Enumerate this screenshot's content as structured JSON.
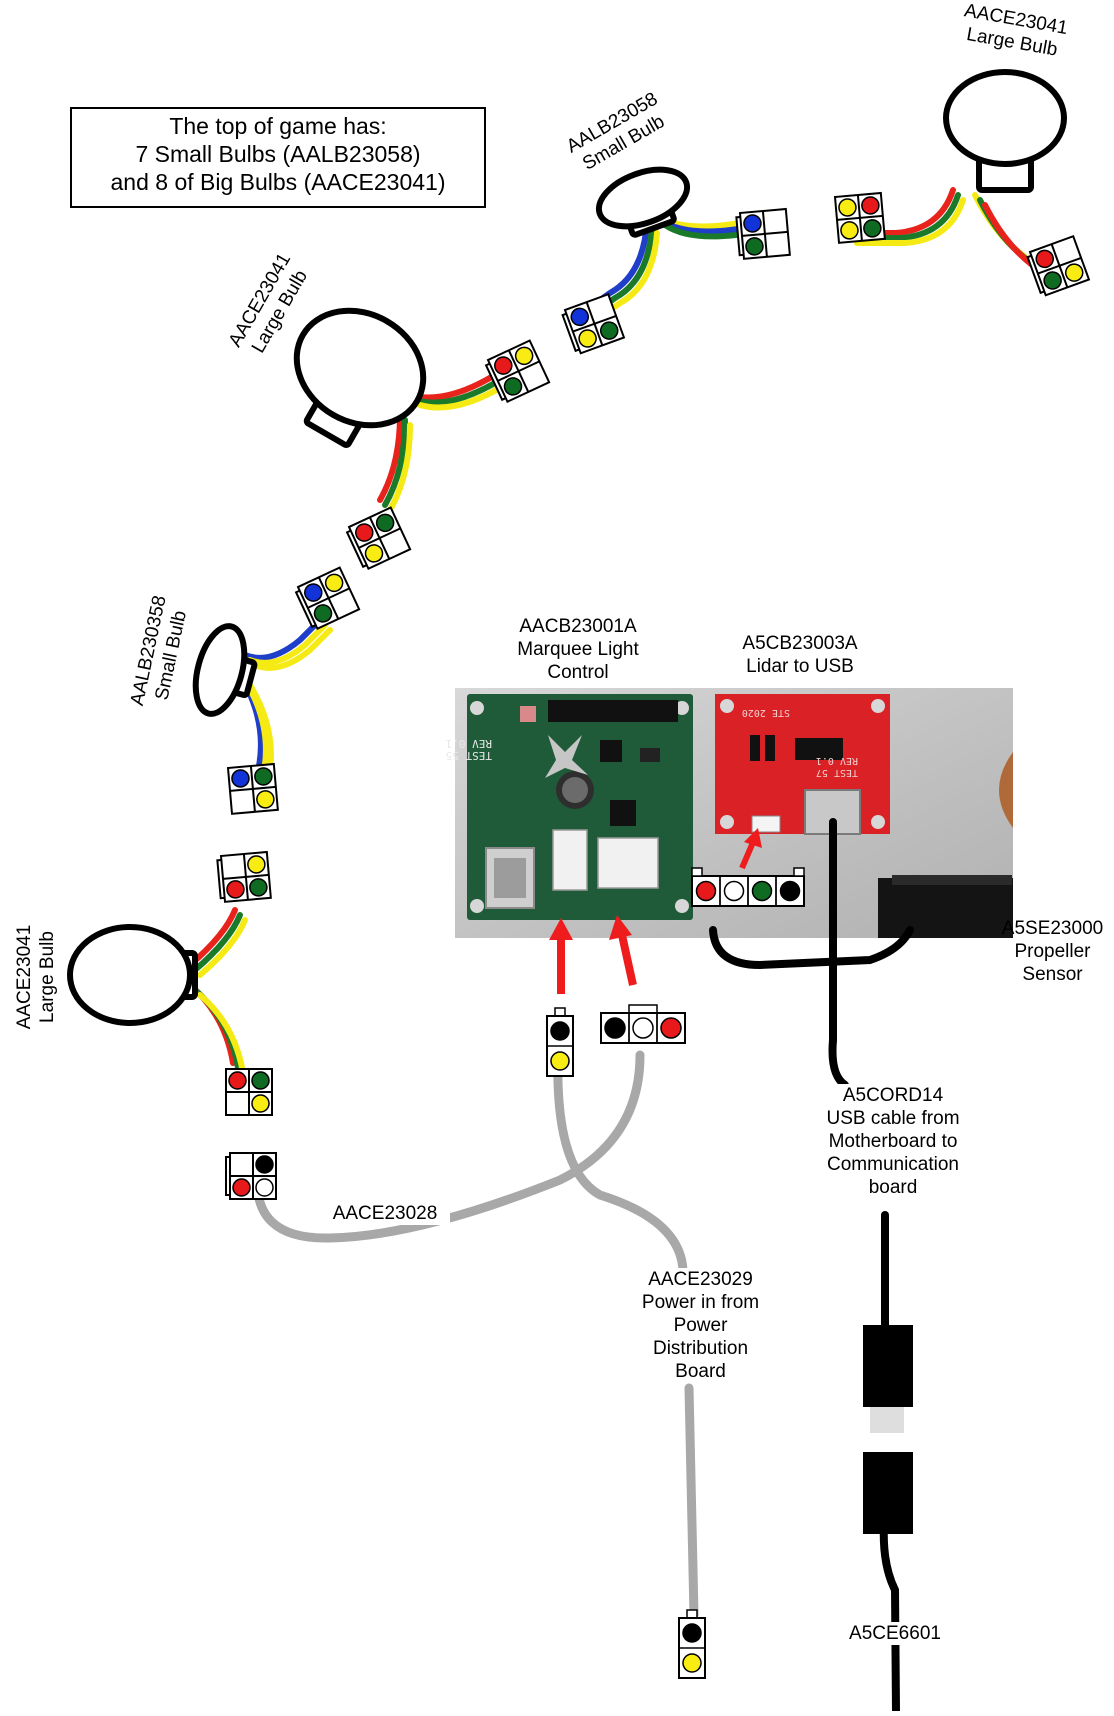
{
  "note": {
    "lines": [
      "The top of game has:",
      "7 Small Bulbs (AALB23058)",
      "and 8 of Big Bulbs (AACE23041)"
    ]
  },
  "labels": {
    "large_bulb_top_right": [
      "AACE23041",
      "Large Bulb"
    ],
    "small_bulb_top": [
      "AALB23058",
      "Small Bulb"
    ],
    "large_bulb_mid": [
      "AACE23041",
      "Large Bulb"
    ],
    "small_bulb_mid": [
      "AALB230358",
      "Small Bulb"
    ],
    "large_bulb_bottom": [
      "AACE23041",
      "Large Bulb"
    ],
    "marquee_board": [
      "AACB23001A",
      "Marquee Light",
      "Control"
    ],
    "lidar_board": [
      "A5CB23003A",
      "Lidar to USB"
    ],
    "propeller_sensor": [
      "A5SE23000",
      "Propeller",
      "Sensor"
    ],
    "usb_cable": [
      "A5CORD14",
      "USB cable from",
      "Motherboard to",
      "Communication",
      "board"
    ],
    "cable_aace23028": [
      "AACE23028"
    ],
    "power_in": [
      "AACE23029",
      "Power in from",
      "Power",
      "Distribution",
      "Board"
    ],
    "usb_extension": [
      "A5CE6601"
    ]
  },
  "pcb_silkscreen": {
    "marquee_board": [
      "TEST 55",
      "REV 0.1"
    ],
    "lidar_board": [
      "TEST 57",
      "REV 0.1",
      "STE 2020"
    ]
  },
  "colors": {
    "wire_red": "#e8231c",
    "wire_green": "#1a7a2a",
    "wire_yellow": "#f5ea14",
    "wire_blue": "#1f3ec9",
    "pin_red": "#e8191a",
    "pin_green": "#0f6a22",
    "pin_yellow": "#f8ec12",
    "pin_blue": "#1233d8",
    "pin_black": "#000000",
    "pin_white": "#ffffff",
    "pcb_green": "#1d5a37",
    "pcb_red": "#d92025",
    "photo_bg": "#c8c8c8",
    "cable_gray": "#a9a9a9",
    "arrow_red": "#ee1c1c"
  }
}
